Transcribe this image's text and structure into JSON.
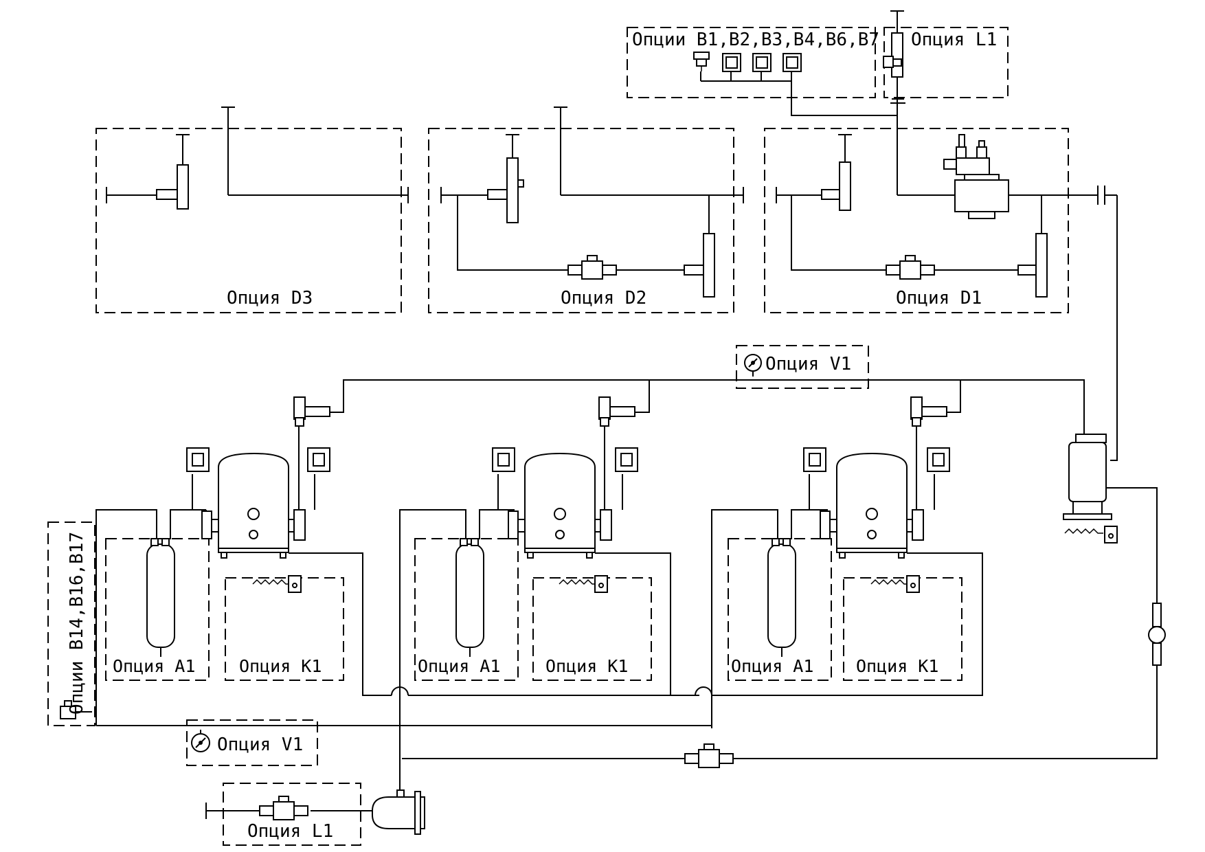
{
  "labels": {
    "opt_b_top": "Опции B1,B2,B3,B4,B6,B7",
    "opt_l1_top": "Опция L1",
    "opt_d3": "Опция D3",
    "opt_d2": "Опция D2",
    "opt_d1": "Опция D1",
    "opt_v1_top": "Опция V1",
    "opt_b_left": "Опции B14,B16,B17",
    "opt_a1_1": "Опция A1",
    "opt_k1_1": "Опция K1",
    "opt_a1_2": "Опция A1",
    "opt_k1_2": "Опция K1",
    "opt_a1_3": "Опция A1",
    "opt_k1_3": "Опция K1",
    "opt_v1_bottom": "Опция V1",
    "opt_l1_bottom": "Опция L1"
  },
  "colors": {
    "line": "#000000",
    "background": "#ffffff"
  }
}
